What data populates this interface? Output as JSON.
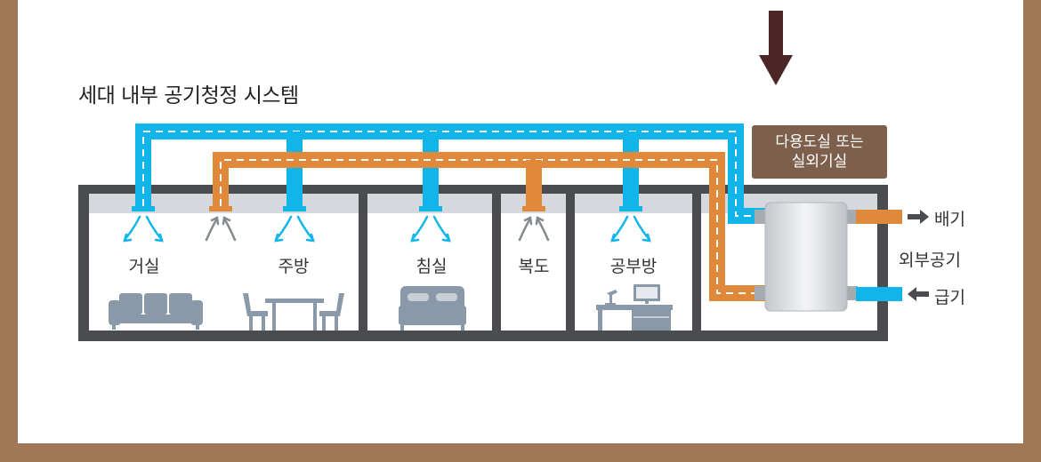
{
  "title": "세대 내부 공기청정 시스템",
  "rooms": [
    "거실",
    "주방",
    "침실",
    "복도",
    "공부방"
  ],
  "location_box": {
    "line1": "다용도실 또는",
    "line2": "실외기실"
  },
  "outside": {
    "exhaust": "배기",
    "outdoor_air": "외부공기",
    "supply": "급기"
  },
  "icons": [
    "sofa-icon",
    "dining-table-icon",
    "bed-icon",
    "desk-icon",
    "ventilation-unit-icon",
    "down-arrow-icon"
  ],
  "colors": {
    "background": "#a07856",
    "supply_duct": "#12b5ea",
    "exhaust_duct": "#e0893a",
    "location_box": "#7d5f4c",
    "down_arrow": "#4a2726",
    "wall": "#4a4c4f",
    "furniture": "#8a99a9"
  }
}
